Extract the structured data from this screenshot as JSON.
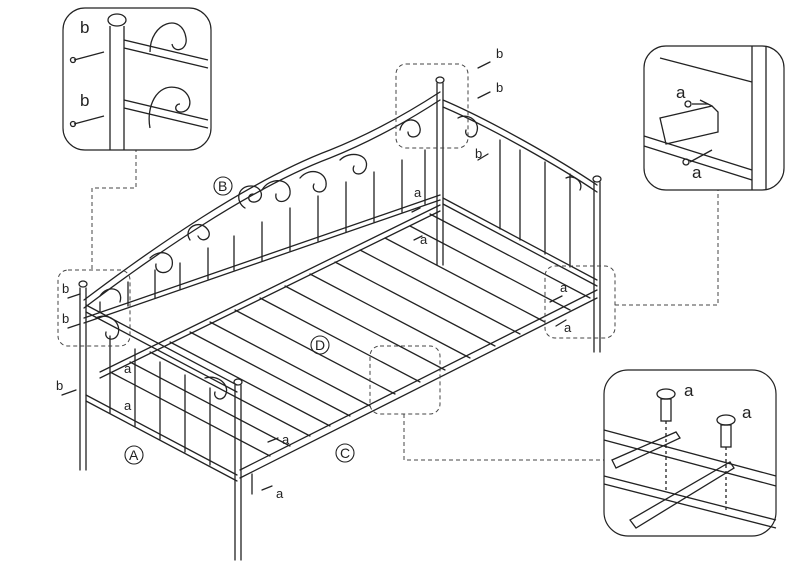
{
  "parts": {
    "A": "A",
    "B": "B",
    "C": "C",
    "D": "D"
  },
  "screw_a": "a",
  "screw_b": "b",
  "colors": {
    "line": "#222222",
    "dash": "#444444",
    "background": "#ffffff"
  }
}
